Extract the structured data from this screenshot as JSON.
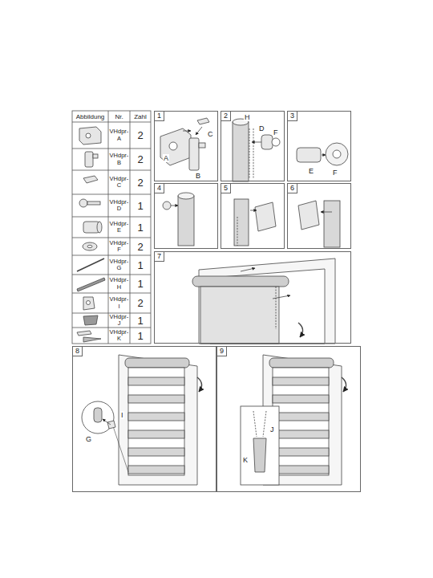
{
  "diagram": {
    "nodes": [
      {
        "text": [
          "1"
        ]
      },
      {
        "text": [
          "2"
        ]
      },
      {
        "text": [
          "3"
        ]
      },
      {
        "text": [
          "4"
        ]
      },
      {
        "text": [
          "5"
        ]
      },
      {
        "text": [
          "6"
        ]
      },
      {
        "text": [
          "7"
        ]
      },
      {
        "text": [
          "8"
        ]
      },
      {
        "text": [
          "9"
        ]
      }
    ],
    "labels": [
      "Abbildung",
      "Nr.",
      "Zahl",
      "VHdpr- A",
      "2",
      "VHdpr- B",
      "2",
      "VHdpr- C",
      "2",
      "VHdpr- D",
      "1",
      "VHdpr- E",
      "1",
      "VHdpr- F",
      "2",
      "VHdpr- G",
      "1",
      "VHdpr- H",
      "1",
      "VHdpr- I",
      "2",
      "VHdpr- J",
      "1",
      "VHdpr- K",
      "1",
      "A",
      "B",
      "C",
      "H",
      "D",
      "F",
      "E",
      "F",
      "G",
      "I",
      "K",
      "J"
    ]
  }
}
